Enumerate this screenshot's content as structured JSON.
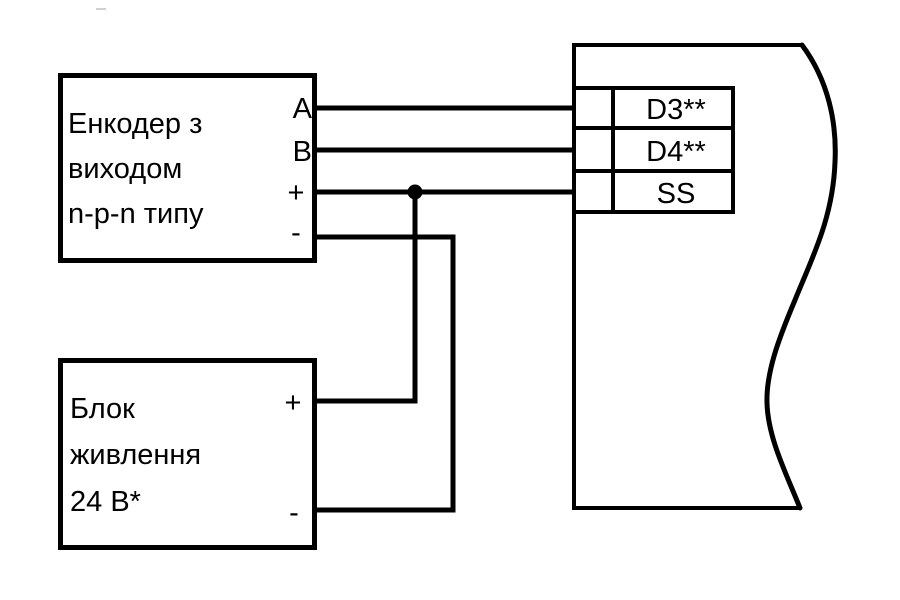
{
  "encoder": {
    "lines": [
      "Енкодер з",
      "виходом",
      "n-p-n типу"
    ],
    "terminal_a": "A",
    "terminal_b": "B",
    "terminal_plus": "+",
    "terminal_minus": "-"
  },
  "power_supply": {
    "lines": [
      "Блок",
      "живлення",
      "24 В*"
    ],
    "terminal_plus": "+",
    "terminal_minus": "-"
  },
  "controller_terminals": {
    "d3": "D3**",
    "d4": "D4**",
    "ss": "SS"
  },
  "colors": {
    "line": "#000000",
    "background": "#ffffff"
  }
}
